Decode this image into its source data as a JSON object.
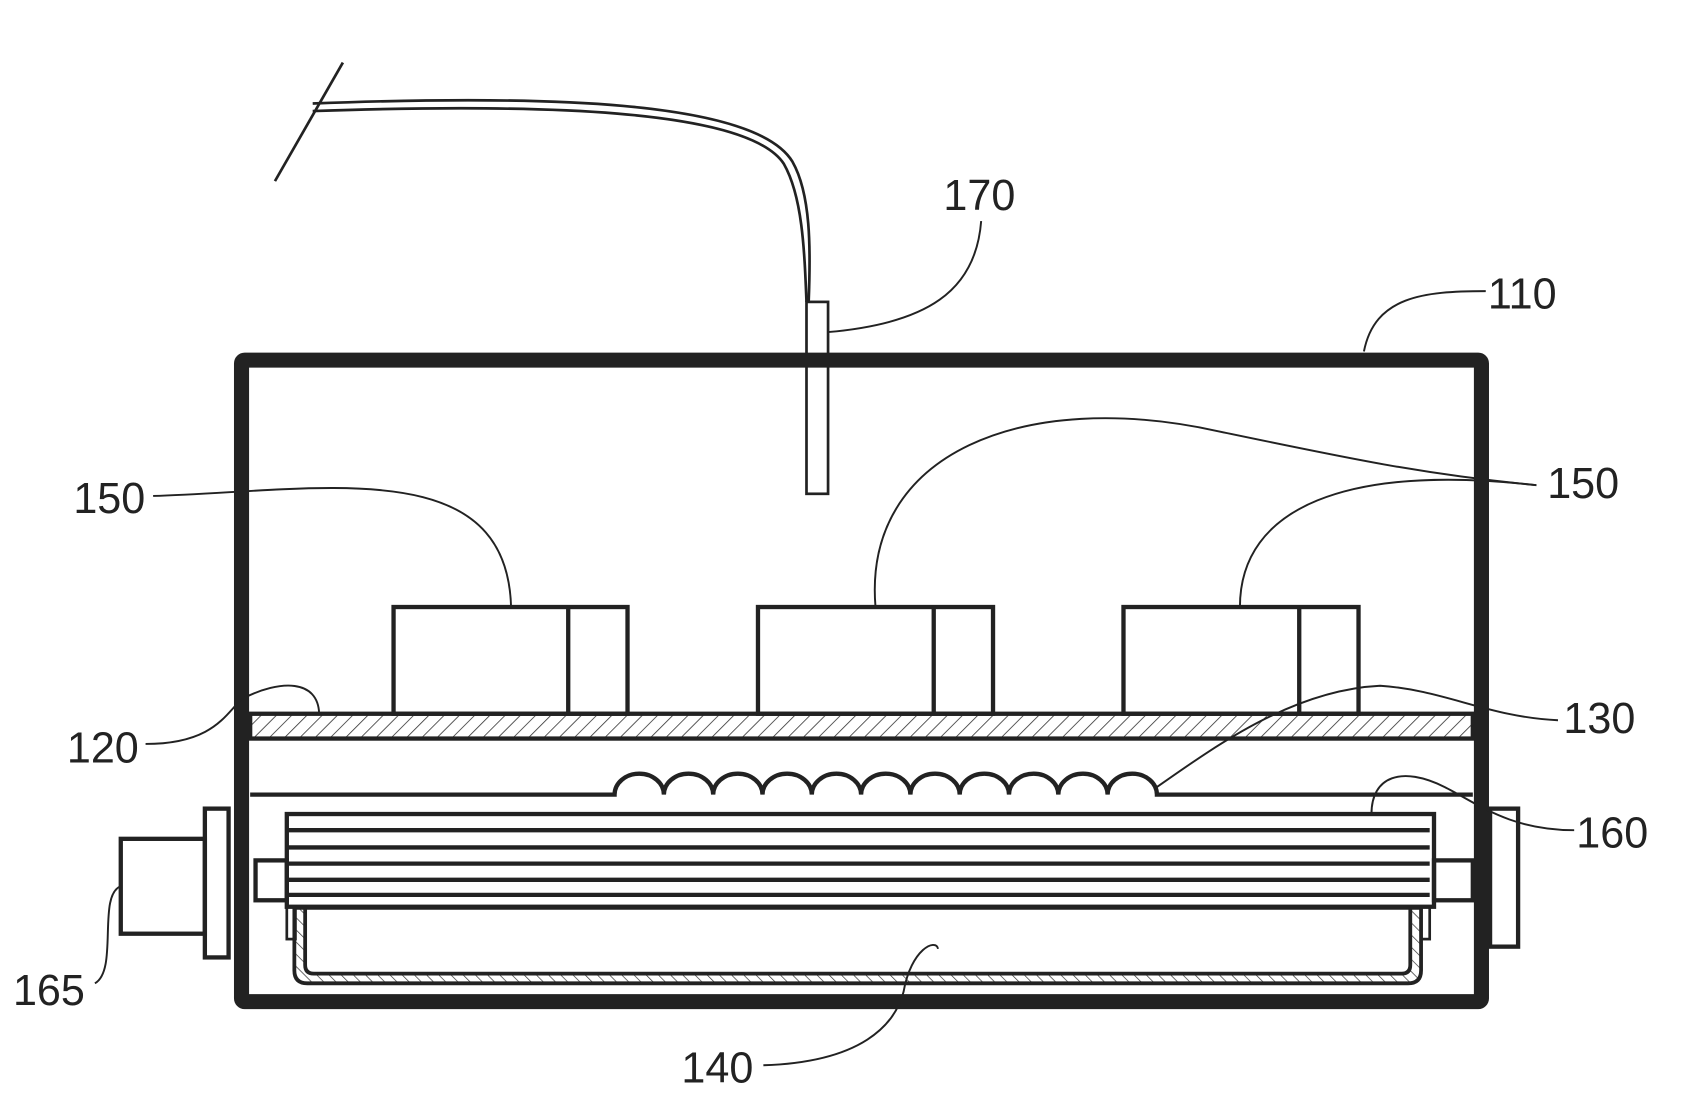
{
  "figure": {
    "labels": {
      "housing": "110",
      "plate": "120",
      "heater": "130",
      "tray": "140",
      "components_left": "150",
      "components_right": "150",
      "stack": "160",
      "connector": "165",
      "probe": "170"
    }
  }
}
